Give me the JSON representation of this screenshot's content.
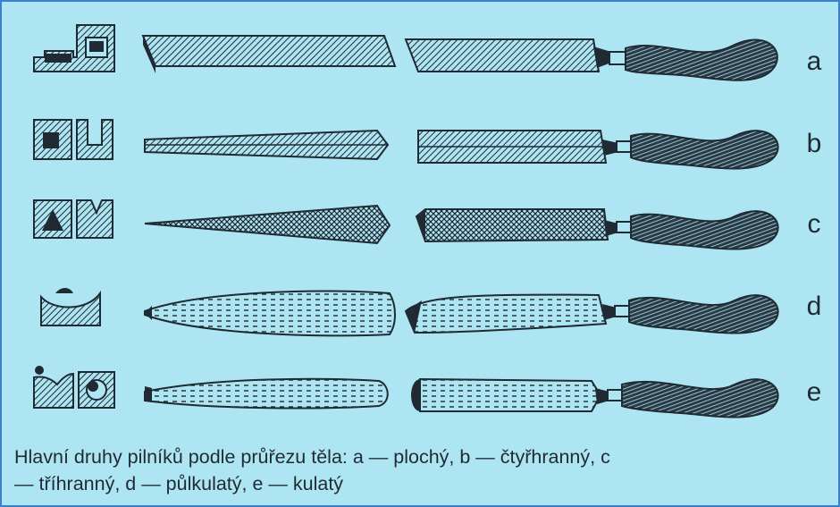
{
  "rows": [
    {
      "letter": "a"
    },
    {
      "letter": "b"
    },
    {
      "letter": "c"
    },
    {
      "letter": "d"
    },
    {
      "letter": "e"
    }
  ],
  "caption": {
    "line1": "Hlavní druhy pilníků podle průřezu těla: a — plochý, b — čtyřhranný, c",
    "line2": "— tříhranný, d — půlkulatý, e — kulatý"
  },
  "colors": {
    "background": "#aee5f3",
    "ink": "#1f2a33",
    "border": "#3a7fd0"
  }
}
